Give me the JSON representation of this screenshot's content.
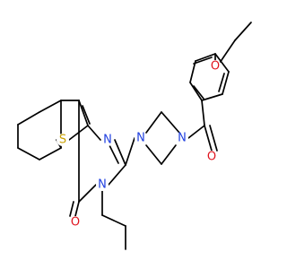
{
  "molecule": {
    "atoms": {
      "S1": {
        "symbol": "S",
        "color": "#c8a000"
      },
      "N1": {
        "symbol": "N",
        "color": "#1f3fe0"
      },
      "N2": {
        "symbol": "N",
        "color": "#1f3fe0"
      },
      "N3": {
        "symbol": "N",
        "color": "#1f3fe0"
      },
      "N4": {
        "symbol": "N",
        "color": "#1f3fe0"
      },
      "O1": {
        "symbol": "O",
        "color": "#e0141e"
      },
      "O2": {
        "symbol": "O",
        "color": "#e0141e"
      },
      "O3": {
        "symbol": "O",
        "color": "#e0141e"
      }
    },
    "bond_color": "#000000"
  }
}
